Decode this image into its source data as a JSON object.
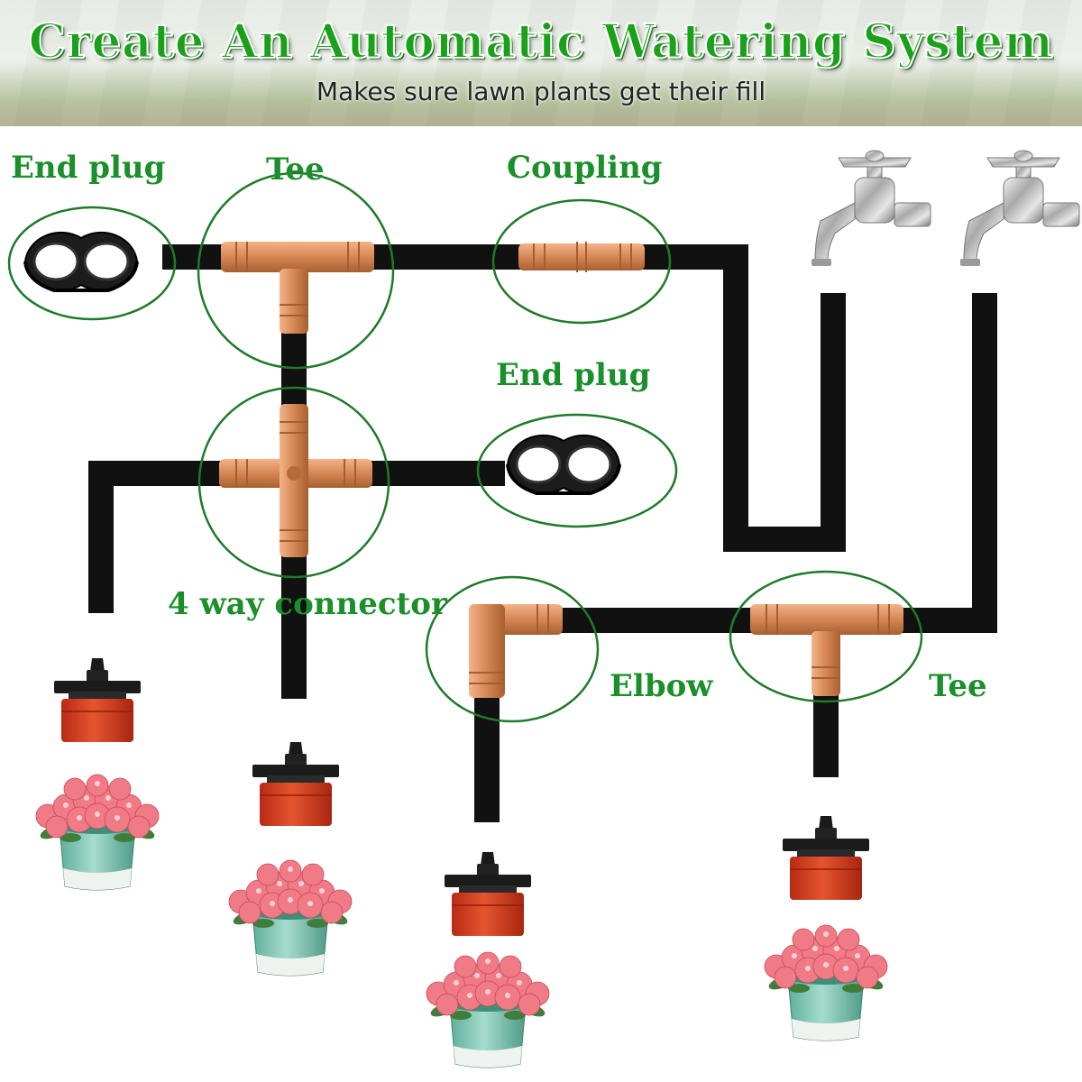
{
  "header": {
    "title": "Create An Automatic Watering System",
    "subtitle": "Makes sure lawn plants get their fill"
  },
  "labels": {
    "end_plug_1": "End plug",
    "tee_1": "Tee",
    "coupling": "Coupling",
    "end_plug_2": "End plug",
    "four_way": "4 way connector",
    "elbow": "Elbow",
    "tee_2": "Tee"
  },
  "colors": {
    "label_green": "#1a8f2a",
    "circle_green": "#1f7a2a",
    "tube_black": "#111111",
    "fitting_orange": "#d98b58",
    "dripper_red": "#d4381e",
    "flower_pink": "#f07a85",
    "pot_teal": "#7fc7b4"
  },
  "icons": [
    "faucet-icon",
    "dripper-icon",
    "flower-pot-icon",
    "end-plug-icon",
    "tee-fitting-icon",
    "coupling-fitting-icon",
    "four-way-connector-icon",
    "elbow-fitting-icon"
  ]
}
